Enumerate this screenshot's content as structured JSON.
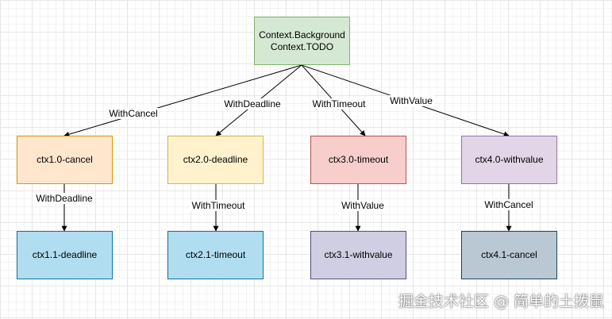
{
  "root": {
    "line1": "Context.Background",
    "line2": "Context.TODO"
  },
  "level1": [
    {
      "label": "ctx1.0-cancel",
      "edge": "WithCancel"
    },
    {
      "label": "ctx2.0-deadline",
      "edge": "WithDeadline"
    },
    {
      "label": "ctx3.0-timeout",
      "edge": "WithTimeout"
    },
    {
      "label": "ctx4.0-withvalue",
      "edge": "WithValue"
    }
  ],
  "level2": [
    {
      "label": "ctx1.1-deadline",
      "edge": "WithDeadline"
    },
    {
      "label": "ctx2.1-timeout",
      "edge": "WithTimeout"
    },
    {
      "label": "ctx3.1-withvalue",
      "edge": "WithValue"
    },
    {
      "label": "ctx4.1-cancel",
      "edge": "WithCancel"
    }
  ],
  "watermark": "掘金技术社区 @ 简单的土拨鼠"
}
